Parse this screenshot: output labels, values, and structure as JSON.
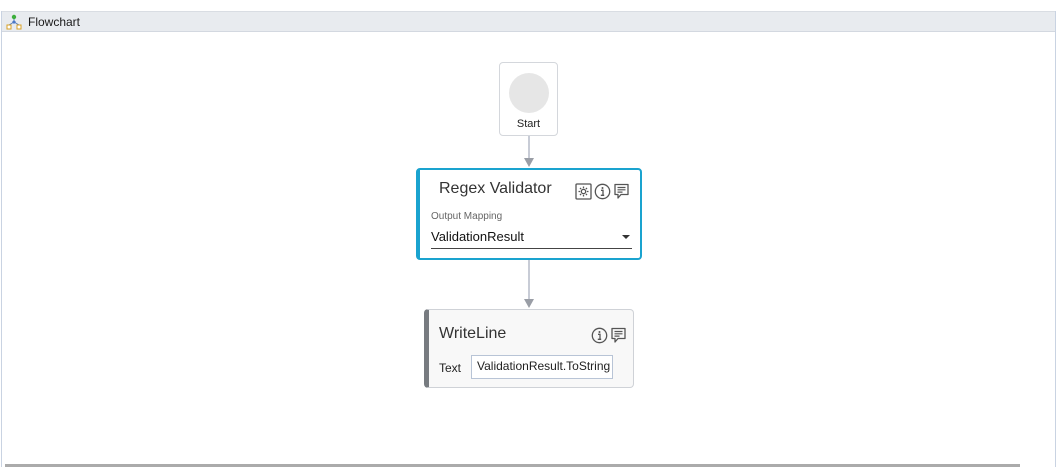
{
  "header": {
    "title": "Flowchart",
    "icon": "flowchart-icon"
  },
  "nodes": {
    "start": {
      "label": "Start"
    },
    "regex_validator": {
      "title": "Regex Validator",
      "icons": [
        "settings-icon",
        "info-icon",
        "comment-icon"
      ],
      "output_mapping_label": "Output Mapping",
      "output_mapping_value": "ValidationResult",
      "accent_color": "#1aa3cf"
    },
    "writeline": {
      "title": "WriteLine",
      "icons": [
        "info-icon",
        "comment-icon"
      ],
      "text_label": "Text",
      "text_value": "ValidationResult.ToString"
    }
  }
}
